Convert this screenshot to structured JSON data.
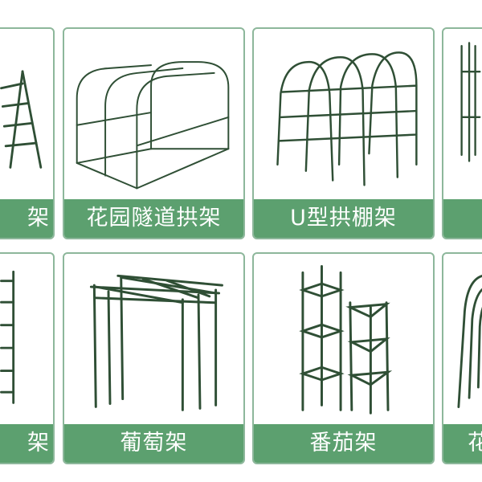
{
  "cards": [
    {
      "label": "架",
      "icon": "a-frame-trellis-icon"
    },
    {
      "label": "花园隧道拱架",
      "icon": "garden-tunnel-arch-icon"
    },
    {
      "label": "U型拱棚架",
      "icon": "u-shaped-arch-frame-icon"
    },
    {
      "label": "",
      "icon": "upright-trellis-icon"
    },
    {
      "label": "架",
      "icon": "ladder-trellis-icon"
    },
    {
      "label": "葡萄架",
      "icon": "grape-pergola-icon"
    },
    {
      "label": "番茄架",
      "icon": "tomato-cage-icon"
    },
    {
      "label": "花",
      "icon": "hoop-stake-icon"
    }
  ],
  "colors": {
    "accent": "#5ca06f",
    "border": "#8db79b",
    "frame": "#2f4f35",
    "label_text": "#ffffff"
  }
}
